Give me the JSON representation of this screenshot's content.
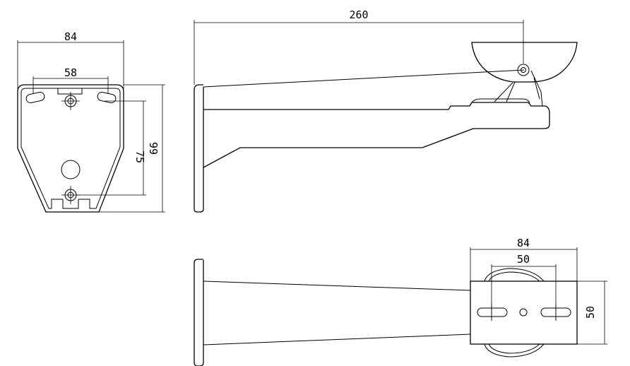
{
  "dimensions": {
    "plate_width": "84",
    "plate_hole_spacing": "58",
    "plate_slot_spacing": "75",
    "plate_height": "99",
    "arm_length": "260",
    "bracket_width": "84",
    "bracket_slot_spacing": "50",
    "bracket_depth": "50"
  }
}
